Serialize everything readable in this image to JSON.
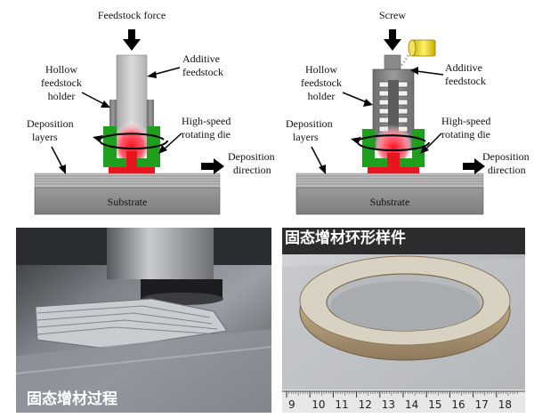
{
  "left_diagram": {
    "force_label": "Feedstock force",
    "feedstock_label_1": "Additive",
    "feedstock_label_2": "feedstock",
    "holder_label_1": "Hollow",
    "holder_label_2": "feedstock",
    "holder_label_3": "holder",
    "die_label_1": "High-speed",
    "die_label_2": "rotating die",
    "layers_label_1": "Deposition",
    "layers_label_2": "layers",
    "direction_label_1": "Deposition",
    "direction_label_2": "direction",
    "substrate_label": "Substrate"
  },
  "right_diagram": {
    "screw_label": "Screw",
    "feedstock_label_1": "Additive",
    "feedstock_label_2": "feedstock",
    "holder_label_1": "Hollow",
    "holder_label_2": "feedstock",
    "holder_label_3": "holder",
    "die_label_1": "High-speed",
    "die_label_2": "rotating die",
    "layers_label_1": "Deposition",
    "layers_label_2": "layers",
    "direction_label_1": "Deposition",
    "direction_label_2": "direction",
    "substrate_label": "Substrate"
  },
  "photos": {
    "left_caption": "固态增材过程",
    "right_caption": "固态增材环形样件",
    "ruler_numbers": [
      "9",
      "10",
      "11",
      "12",
      "13",
      "14",
      "15",
      "16",
      "17",
      "18"
    ]
  },
  "colors": {
    "die_green": "#1ea01e",
    "hot_red": "#e8141e",
    "feedstock_gray": "#c8c8c8",
    "substrate_gray": "#8c8c8c",
    "gold": "#e6d21e"
  }
}
